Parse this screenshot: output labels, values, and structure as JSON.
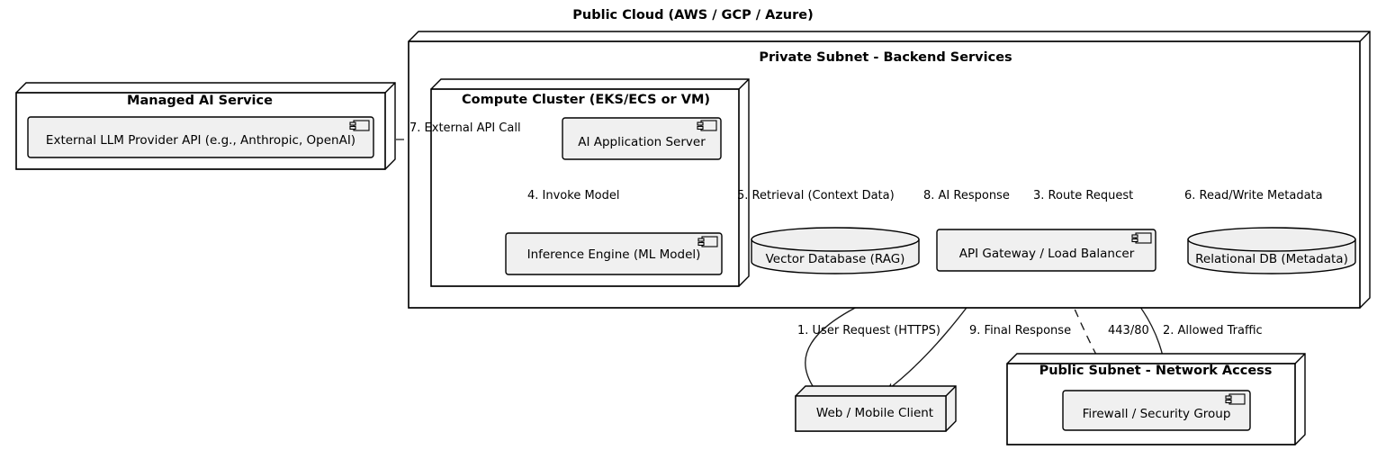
{
  "diagram": {
    "type": "uml-deployment-diagram",
    "title": "Public Cloud (AWS / GCP / Azure)",
    "style": {
      "node_fill": "#ffffff",
      "component_fill": "#f0f0f0",
      "database_fill": "#efefef",
      "stroke": "#000000",
      "line": "#1a1a1a"
    }
  },
  "nodes": {
    "managed_ai_service": {
      "label": "Managed AI Service",
      "kind": "node-3d",
      "components": [
        {
          "label": "External LLM Provider API (e.g., Anthropic, OpenAI)",
          "icon": "component-icon"
        }
      ]
    },
    "private_subnet": {
      "label": "Private Subnet - Backend Services",
      "kind": "node-3d"
    },
    "compute_cluster": {
      "label": "Compute Cluster (EKS/ECS or VM)",
      "kind": "node-3d",
      "components": [
        {
          "label": "AI Application Server",
          "icon": "component-icon"
        },
        {
          "label": "Inference Engine (ML Model)",
          "icon": "component-icon"
        }
      ]
    },
    "vector_database": {
      "label": "Vector Database (RAG)",
      "kind": "database-cylinder"
    },
    "api_gateway": {
      "label": "API Gateway / Load Balancer",
      "kind": "component",
      "icon": "component-icon"
    },
    "relational_db": {
      "label": "Relational DB (Metadata)",
      "kind": "database-cylinder"
    },
    "web_mobile_client": {
      "label": "Web / Mobile Client",
      "kind": "node-3d"
    },
    "public_subnet": {
      "label": "Public Subnet - Network Access",
      "kind": "node-3d",
      "components": [
        {
          "label": "Firewall / Security Group",
          "icon": "component-icon"
        }
      ]
    }
  },
  "edges": [
    {
      "id": "e1",
      "label": "1. User Request (HTTPS)",
      "from": "web_mobile_client",
      "to": "api_gateway",
      "style": "solid"
    },
    {
      "id": "e2",
      "label": "2. Allowed Traffic",
      "from": "firewall_security_group",
      "to": "api_gateway",
      "style": "solid"
    },
    {
      "id": "e3",
      "label": "3. Route Request",
      "from": "api_gateway",
      "to": "ai_application_server",
      "style": "solid"
    },
    {
      "id": "e4",
      "label": "4. Invoke Model",
      "from": "ai_application_server",
      "to": "inference_engine",
      "style": "solid"
    },
    {
      "id": "e5",
      "label": "5. Retrieval (Context Data)",
      "from": "ai_application_server",
      "to": "vector_database",
      "style": "solid"
    },
    {
      "id": "e6",
      "label": "6. Read/Write Metadata",
      "from": "ai_application_server",
      "to": "relational_db",
      "style": "solid"
    },
    {
      "id": "e7",
      "label": "7. External API Call",
      "from": "ai_application_server",
      "to": "external_llm_provider_api",
      "style": "dashed"
    },
    {
      "id": "e8",
      "label": "8. AI Response",
      "from": "ai_application_server",
      "to": "api_gateway",
      "style": "solid"
    },
    {
      "id": "e9",
      "label": "9. Final Response",
      "from": "api_gateway",
      "to": "web_mobile_client",
      "style": "solid"
    },
    {
      "id": "e10",
      "label": "443/80",
      "from": "api_gateway",
      "to": "firewall_security_group",
      "style": "dashed"
    }
  ]
}
